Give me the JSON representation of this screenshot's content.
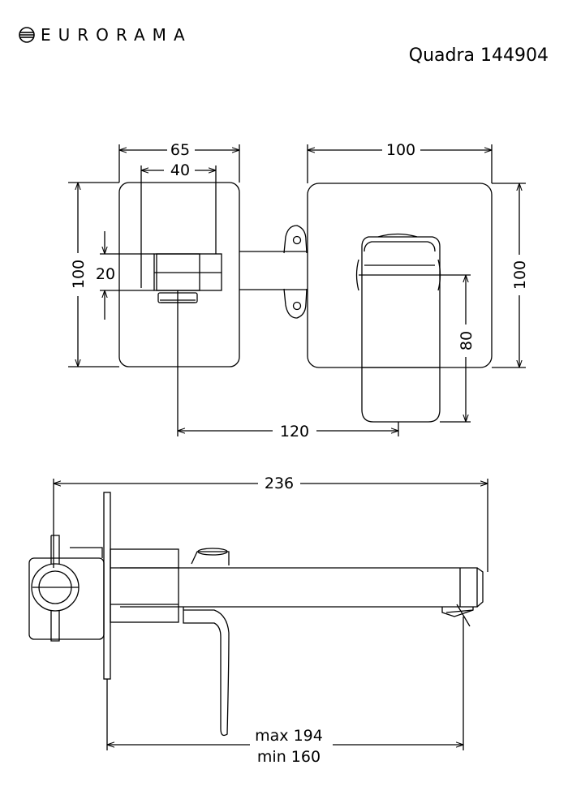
{
  "brand": {
    "name": "EURORAMA",
    "logo_icon": "eurorama-logo-icon"
  },
  "model": {
    "title": "Quadra 144904"
  },
  "dimensions": {
    "plate_width": "65",
    "opening_width": "40",
    "plate_height": "100",
    "opening_height": "20",
    "cover_width": "100",
    "cover_height": "100",
    "lever_length": "80",
    "center_distance": "120",
    "total_length": "236",
    "max_depth": "max 194",
    "min_depth": "min 160"
  },
  "colors": {
    "line": "#000000",
    "background": "#ffffff"
  }
}
